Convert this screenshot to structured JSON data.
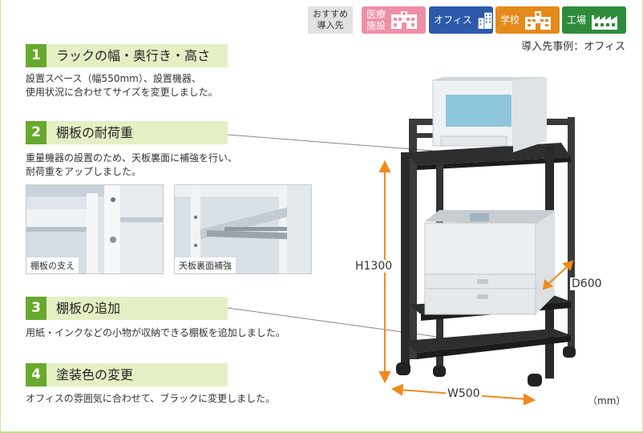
{
  "recommend": {
    "label_line1": "おすすめ",
    "label_line2": "導入先",
    "tags": [
      {
        "line1": "医療",
        "line2": "施設",
        "icon": "hospital-icon",
        "color": "#ef8fa6"
      },
      {
        "line1": "オフィス",
        "line2": "",
        "icon": "office-building-icon",
        "color": "#2c5aa8"
      },
      {
        "line1": "学校",
        "line2": "",
        "icon": "school-icon",
        "color": "#e38a1b"
      },
      {
        "line1": "工場",
        "line2": "",
        "icon": "factory-icon",
        "color": "#2e8b3c"
      }
    ],
    "example": "導入先事例：オフィス"
  },
  "features": [
    {
      "num": "1",
      "title": "ラックの幅・奥行き・高さ",
      "desc1": "設置スペース（幅550mm）、設置機器、",
      "desc2": "使用状況に合わせてサイズを変更しました。"
    },
    {
      "num": "2",
      "title": "棚板の耐荷重",
      "desc1": "重量機器の設置のため、天板裏面に補強を行い、",
      "desc2": "耐荷重をアップしました。"
    },
    {
      "num": "3",
      "title": "棚板の追加",
      "desc1": "用紙・インクなどの小物が収納できる棚板を追加しました。",
      "desc2": ""
    },
    {
      "num": "4",
      "title": "塗装色の変更",
      "desc1": "オフィスの雰囲気に合わせて、ブラックに変更しました。",
      "desc2": ""
    }
  ],
  "photos": [
    {
      "caption": "棚板の支え"
    },
    {
      "caption": "天板裏面補強"
    }
  ],
  "dimensions": {
    "height": "H1300",
    "depth": "D600",
    "width": "W500",
    "unit": "（mm）"
  },
  "colors": {
    "accent_green": "#68a92d",
    "bar_green": "#e4f0c4",
    "dimension_orange": "#f08a1c",
    "rack_black": "#2a2a2a"
  }
}
